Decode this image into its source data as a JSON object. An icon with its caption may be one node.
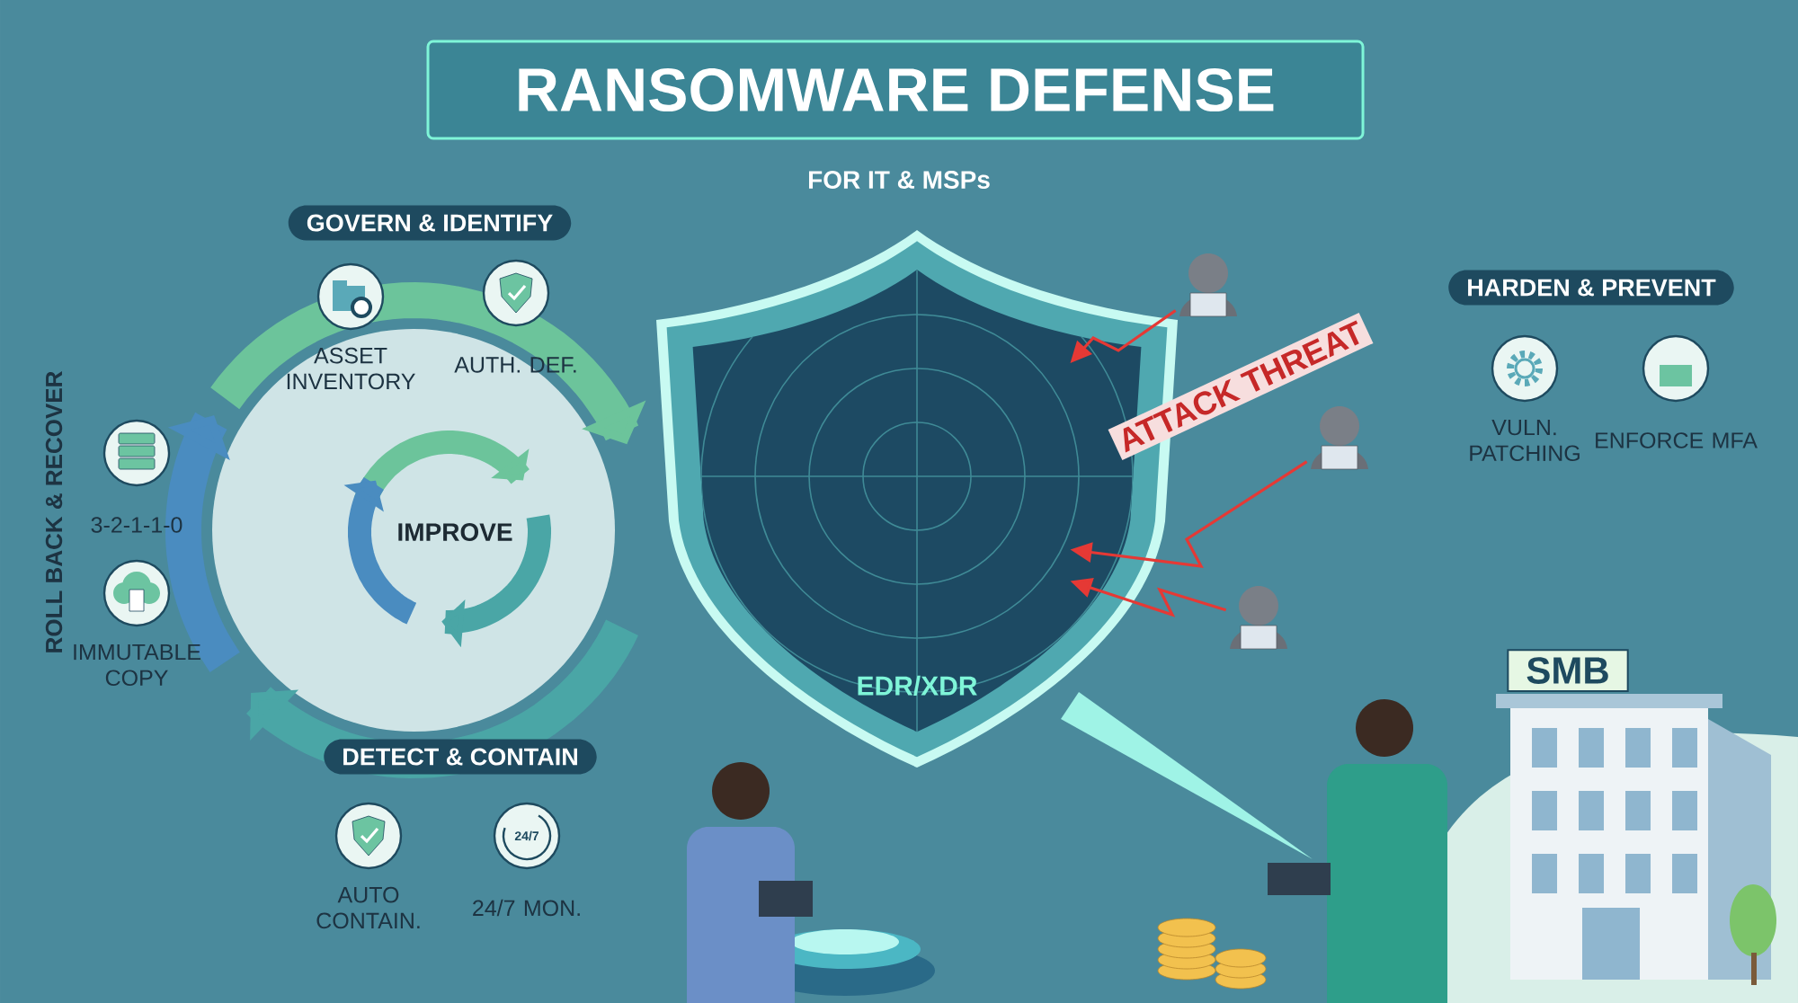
{
  "diagram": {
    "title": "RANSOMWARE DEFENSE",
    "nodes": [
      {
        "text": [
          "GOVERN & IDENTIFY"
        ]
      },
      {
        "text": [],
        "shape": "circle",
        "beside": [
          "ASSET INVENTORY"
        ]
      },
      {
        "text": [],
        "shape": "circle",
        "beside": [
          "AUTH. DEF."
        ]
      },
      {
        "text": [
          "IMPROVE"
        ]
      },
      {
        "text": [],
        "shape": "circle",
        "beside": [
          "3-2-1-1-0"
        ]
      },
      {
        "text": [],
        "shape": "circle",
        "beside": [
          "IMMUTABLE COPY"
        ]
      },
      {
        "text": [
          "DETECT & CONTAIN"
        ]
      },
      {
        "text": [],
        "shape": "circle",
        "beside": [
          "AUTO CONTAIN."
        ]
      },
      {
        "text": [
          "24/7"
        ],
        "beside": [
          "24/7 MON."
        ]
      },
      {
        "text": [
          "EDR/XDR"
        ]
      },
      {
        "text": [
          "HARDEN & PREVENT"
        ]
      },
      {
        "text": [],
        "shape": "circle",
        "beside": [
          "VULN. PATCHING"
        ]
      },
      {
        "text": [],
        "shape": "circle",
        "beside": [
          "ENFORCE MFA"
        ]
      },
      {
        "text": [
          "SMB"
        ]
      },
      {
        "text": [],
        "shape": "person"
      },
      {
        "text": [],
        "shape": "person"
      },
      {
        "text": [],
        "shape": "person"
      }
    ],
    "edges": [
      {
        "from": 14,
        "to": 9,
        "arrow": "to"
      },
      {
        "from": 15,
        "to": 9,
        "arrow": "to"
      },
      {
        "from": 16,
        "to": 9,
        "arrow": "to"
      }
    ],
    "labels": [
      "FOR IT & MSPs",
      "ROLL BACK & RECOVER",
      "ATTACK THREAT"
    ]
  }
}
